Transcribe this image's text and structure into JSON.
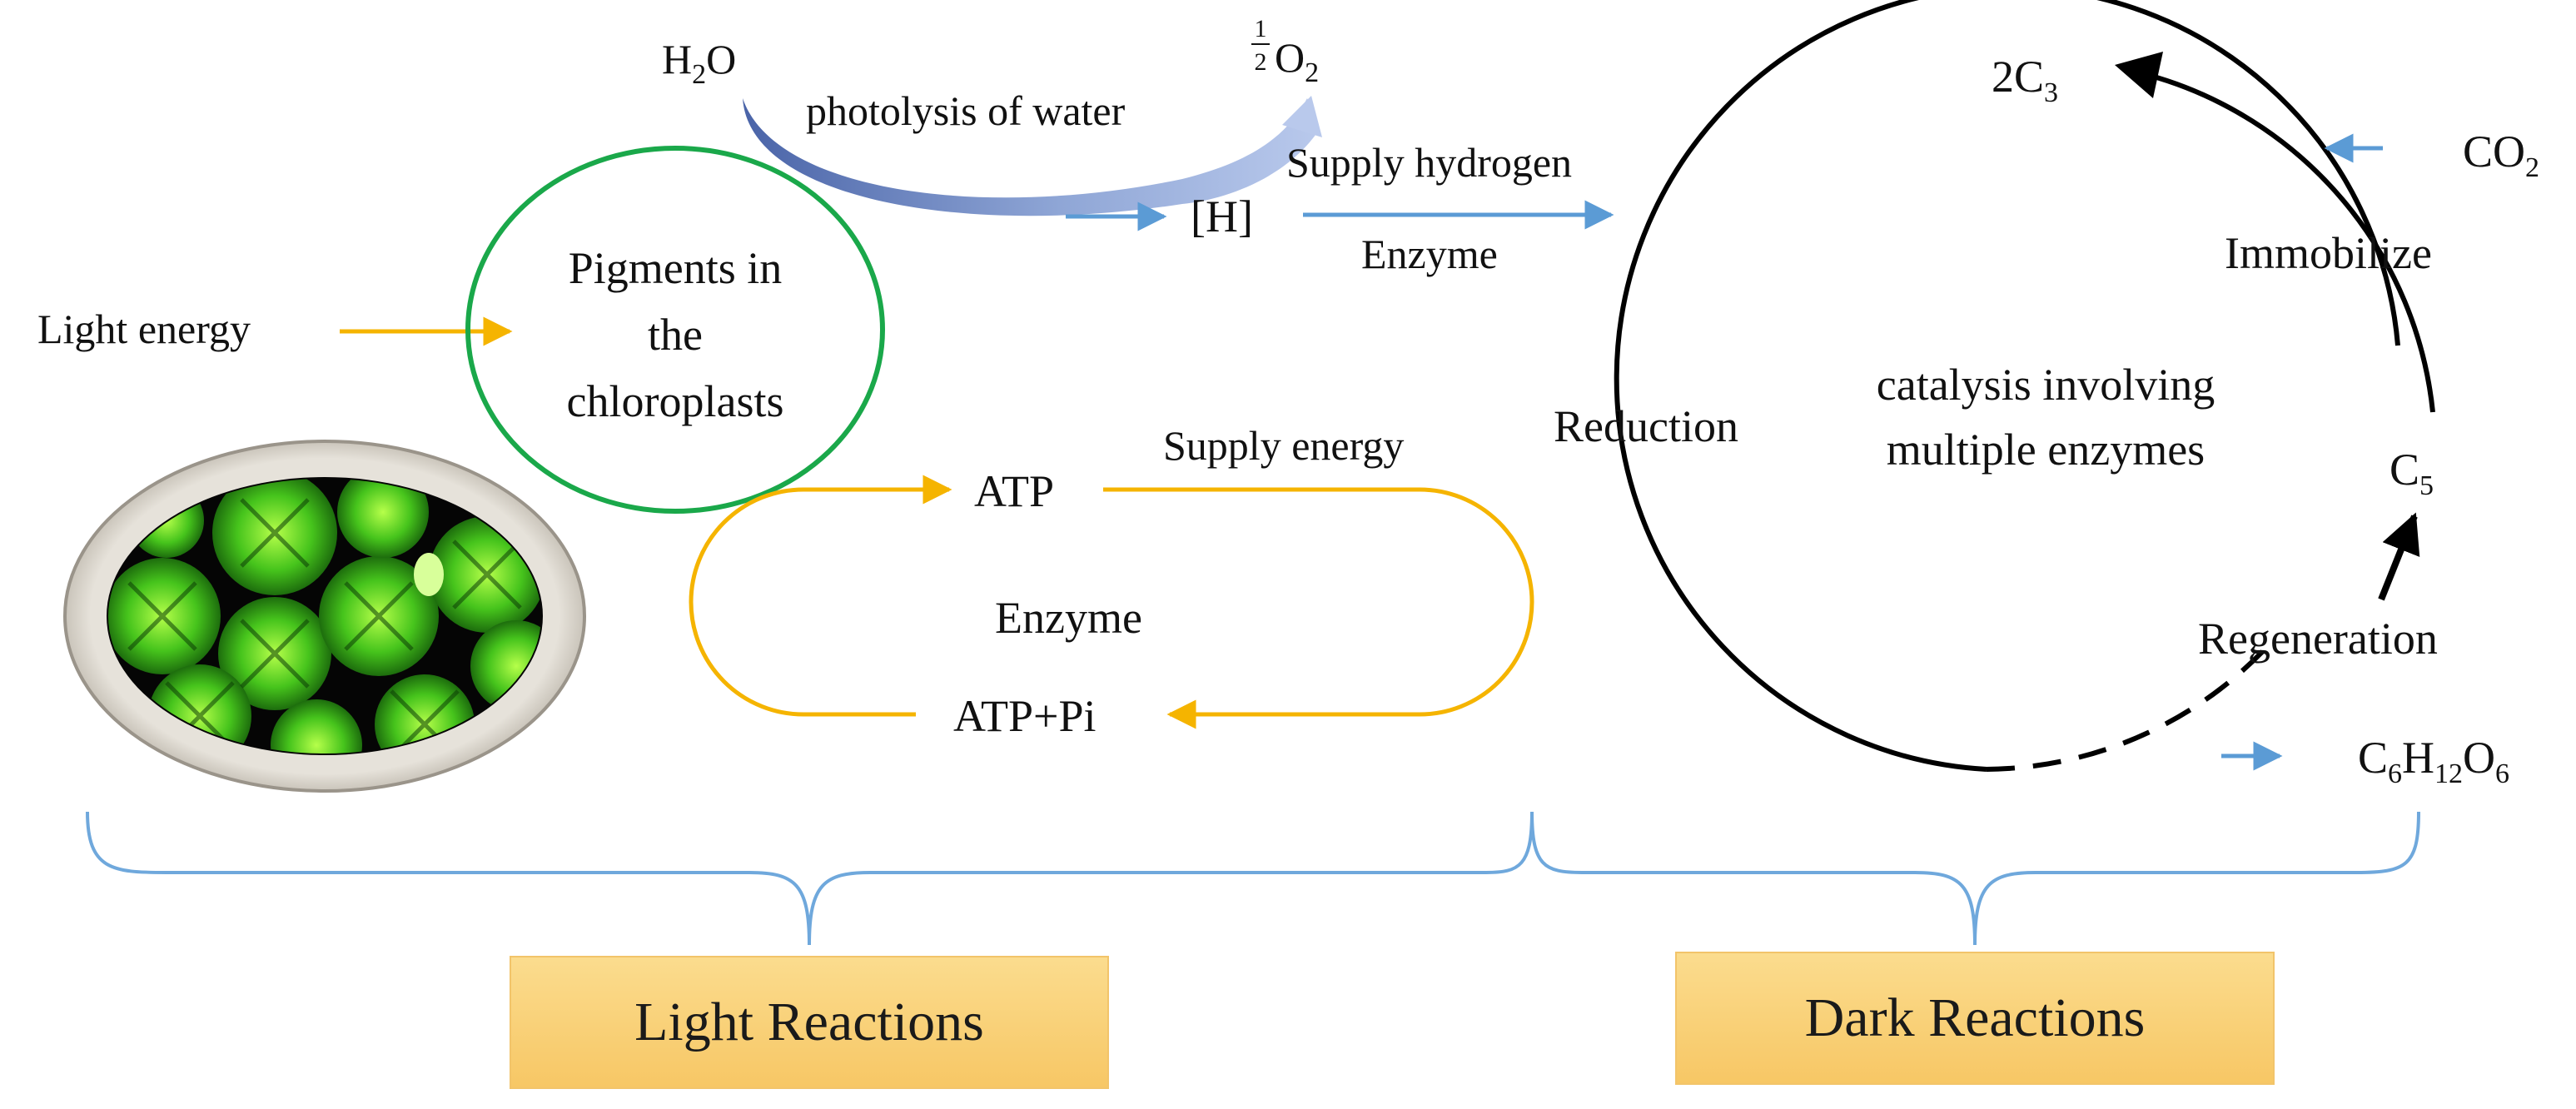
{
  "light": {
    "water": {
      "prefix": "H",
      "sub": "2",
      "suffix": "O"
    },
    "oxygen": {
      "frac_num": "1",
      "frac_den": "2",
      "prefix": "O",
      "sub": "2"
    },
    "photolysis_label": "photolysis of water",
    "hydrogen_label": "[H]",
    "light_energy_label": "Light energy",
    "pigments_lines": [
      "Pigments in",
      "the",
      "chloroplasts"
    ],
    "atp_label": "ATP",
    "adp_label": "ATP+Pi",
    "enzyme_label": "Enzyme",
    "supply_energy_label": "Supply energy",
    "supply_hydrogen_label": "Supply hydrogen",
    "enzyme_top_label": "Enzyme",
    "section_title": "Light Reactions"
  },
  "dark": {
    "c3": {
      "prefix": "2C",
      "sub": "3"
    },
    "co2": {
      "prefix": "CO",
      "sub": "2"
    },
    "c5": {
      "prefix": "C",
      "sub": "5"
    },
    "glucose": [
      {
        "t": "C",
        "s": "6"
      },
      {
        "t": "H",
        "s": "12"
      },
      {
        "t": "O",
        "s": "6"
      }
    ],
    "immobilize_label": "Immobilize",
    "reduction_label": "Reduction",
    "regeneration_label": "Regeneration",
    "catalysis_lines": [
      "catalysis involving",
      "multiple enzymes"
    ],
    "section_title": "Dark Reactions"
  },
  "colors": {
    "light_arrow": "#f5b400",
    "blue_arrow": "#5b9bd5",
    "pigment_circle": "#1aa84a",
    "cycle": "#000000",
    "brace": "#6fa8dc",
    "title_box": "#f9d27a"
  },
  "icons": {
    "chloroplast_cell": "chloroplast-micrograph-icon"
  }
}
